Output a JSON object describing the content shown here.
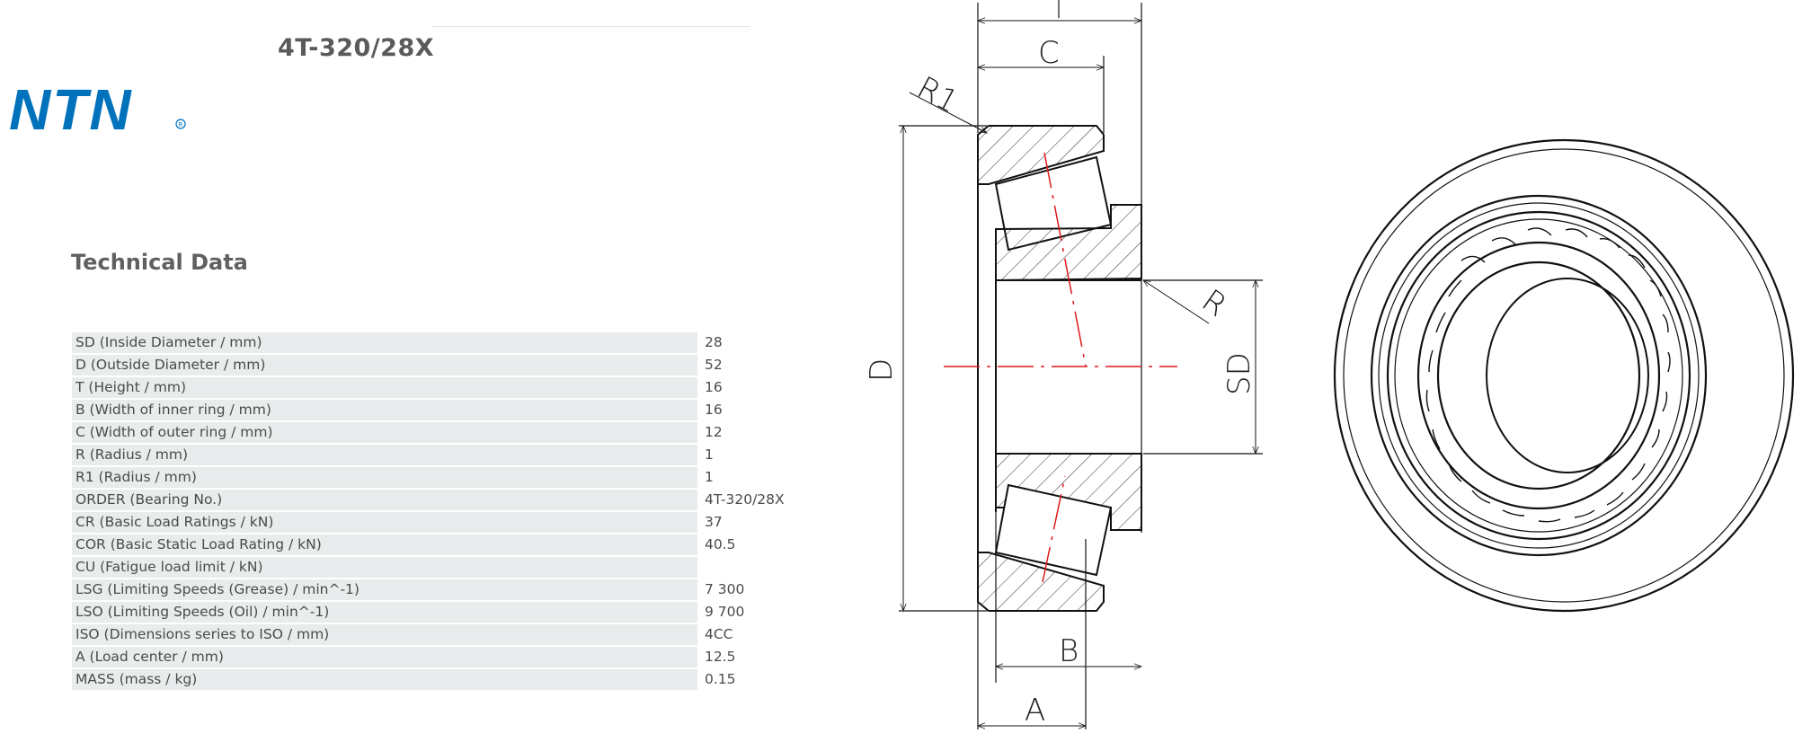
{
  "header": {
    "product_code": "4T-320/28X"
  },
  "brand": {
    "logo_text": "NTN",
    "logo_color": "#0072bc"
  },
  "section": {
    "title": "Technical Data"
  },
  "spec_rows": [
    {
      "label": "SD (Inside Diameter / mm)",
      "value": "28"
    },
    {
      "label": "D (Outside Diameter / mm)",
      "value": "52"
    },
    {
      "label": "T (Height / mm)",
      "value": "16"
    },
    {
      "label": "B (Width of inner ring / mm)",
      "value": "16"
    },
    {
      "label": "C (Width of outer ring / mm)",
      "value": "12"
    },
    {
      "label": "R (Radius / mm)",
      "value": "1"
    },
    {
      "label": "R1 (Radius / mm)",
      "value": "1"
    },
    {
      "label": "ORDER (Bearing No.)",
      "value": "4T-320/28X"
    },
    {
      "label": "CR (Basic Load Ratings / kN)",
      "value": "37"
    },
    {
      "label": "COR (Basic Static Load Rating / kN)",
      "value": "40.5"
    },
    {
      "label": "CU (Fatigue load limit / kN)",
      "value": ""
    },
    {
      "label": "LSG (Limiting Speeds (Grease) / min^-1)",
      "value": "7 300"
    },
    {
      "label": "LSO (Limiting Speeds (Oil) / min^-1)",
      "value": "9 700"
    },
    {
      "label": "ISO (Dimensions series to ISO / mm)",
      "value": "4CC"
    },
    {
      "label": "A (Load center / mm)",
      "value": "12.5"
    },
    {
      "label": "MASS (mass / kg)",
      "value": "0.15"
    }
  ],
  "drawing": {
    "labels": {
      "T": "T",
      "C": "C",
      "R1": "R1",
      "R": "R",
      "D": "D",
      "SD": "SD",
      "B": "B",
      "A": "A"
    }
  }
}
